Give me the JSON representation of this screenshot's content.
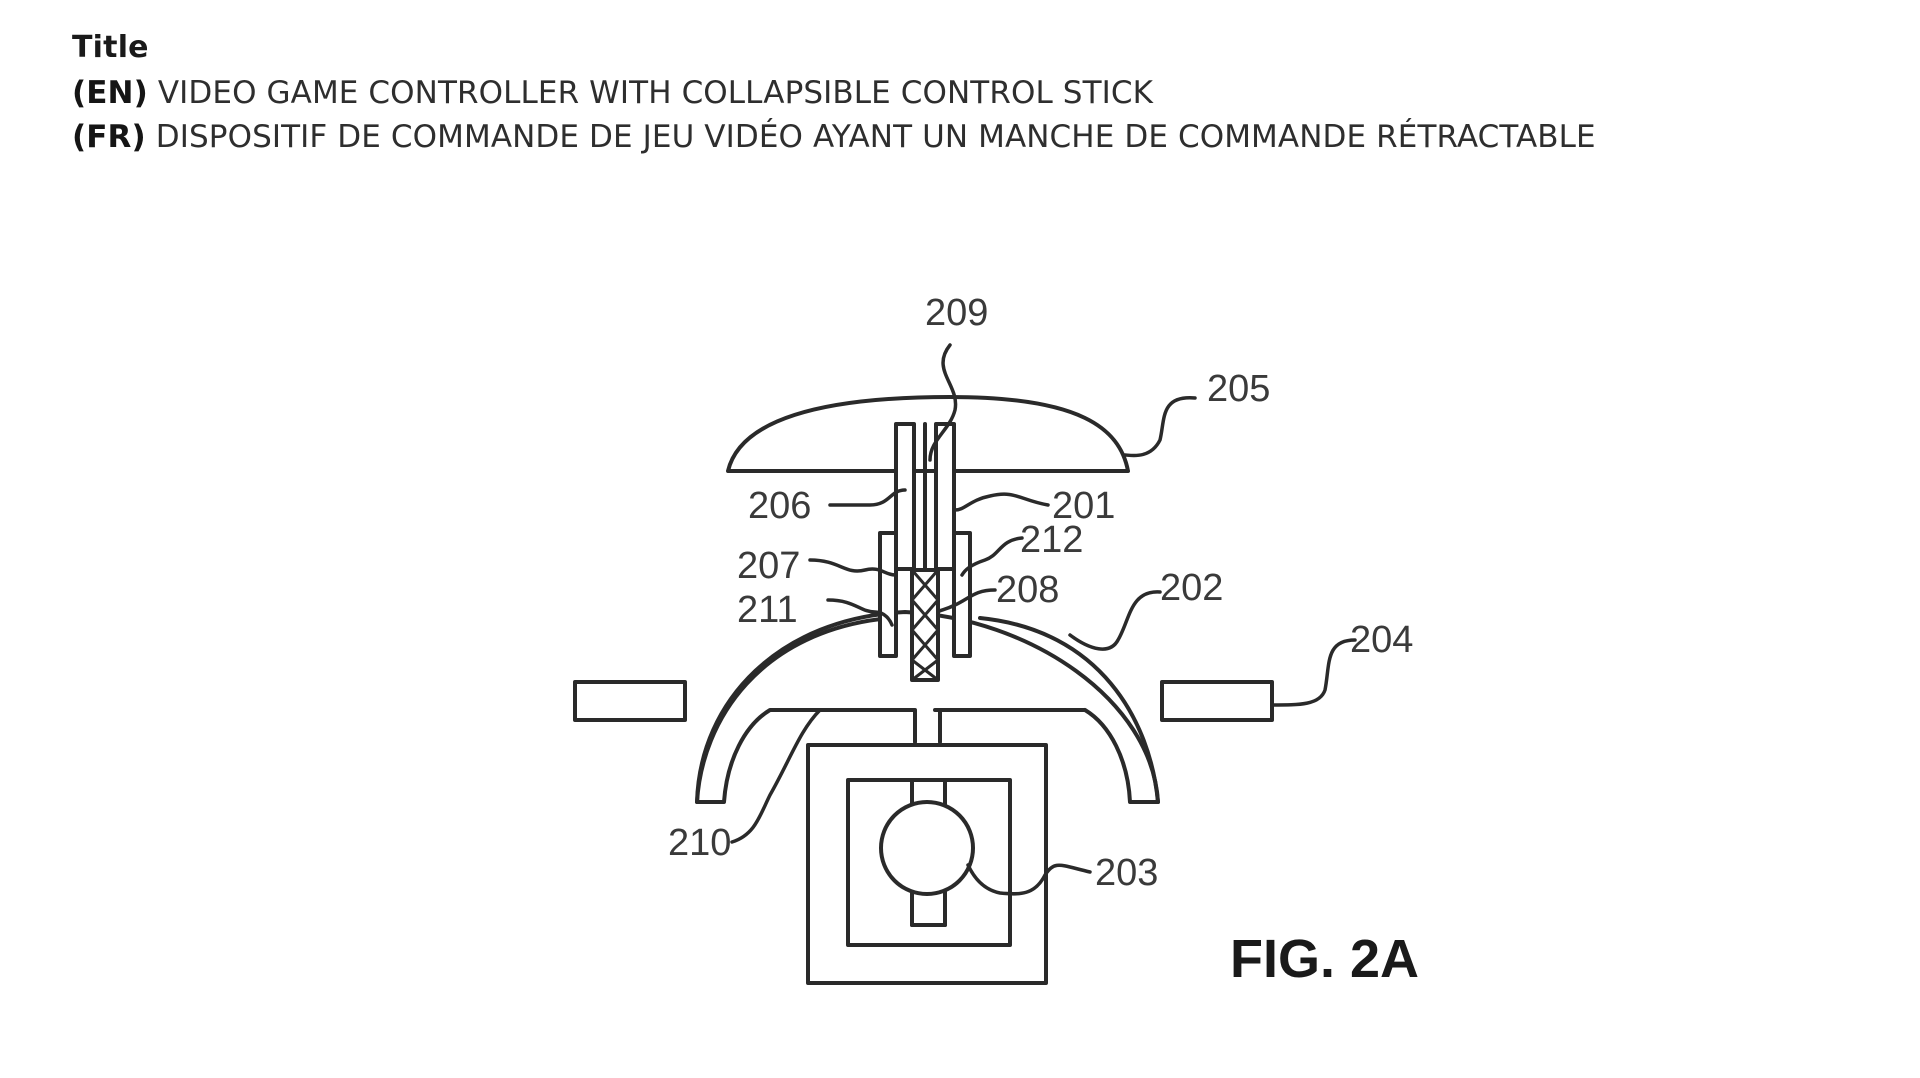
{
  "header": {
    "label": "Title",
    "titles": [
      {
        "lang": "(EN)",
        "text": "VIDEO GAME CONTROLLER WITH COLLAPSIBLE CONTROL STICK"
      },
      {
        "lang": "(FR)",
        "text": "DISPOSITIF DE COMMANDE DE JEU VIDÉO AYANT UN MANCHE DE COMMANDE RÉTRACTABLE"
      }
    ]
  },
  "figure": {
    "label": "FIG. 2A",
    "refs": {
      "r201": "201",
      "r202": "202",
      "r203": "203",
      "r204": "204",
      "r205": "205",
      "r206": "206",
      "r207": "207",
      "r208": "208",
      "r209": "209",
      "r210": "210",
      "r211": "211",
      "r212": "212"
    }
  }
}
